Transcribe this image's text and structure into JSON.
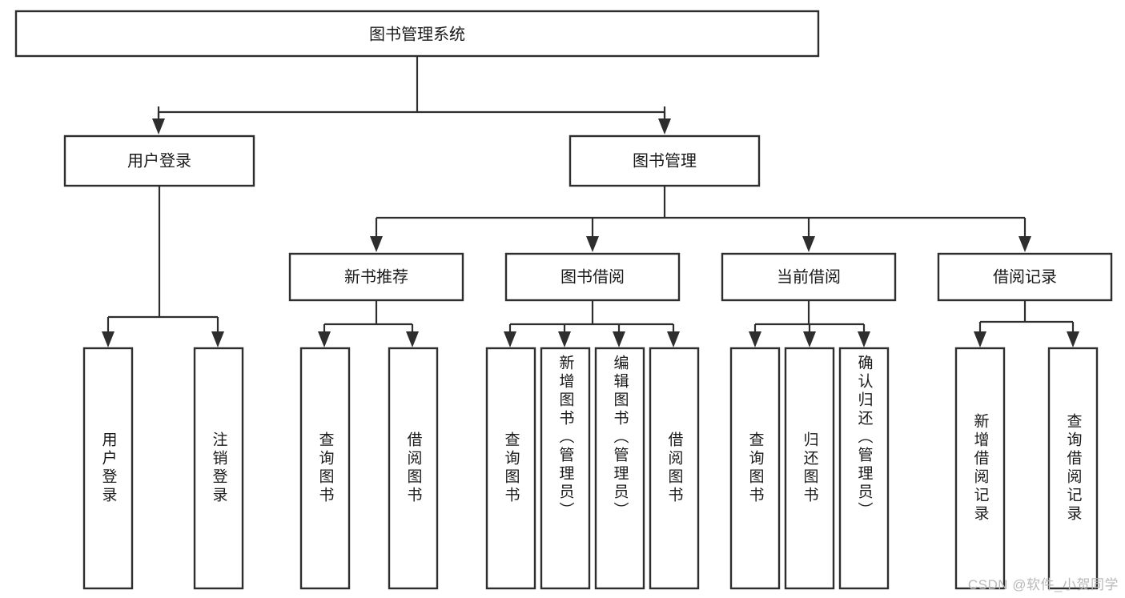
{
  "diagram": {
    "type": "tree",
    "title": "图书管理系统",
    "watermark": "CSDN @软件_小贺同学",
    "colors": {
      "box_stroke": "#2e2e2e",
      "box_fill": "#ffffff",
      "text": "#1a1a1a",
      "watermark": "#b9b9b9",
      "background": "#ffffff"
    },
    "levels": [
      {
        "level": 1,
        "nodes": [
          {
            "id": "root",
            "label": "图书管理系统",
            "orientation": "horizontal"
          }
        ]
      },
      {
        "level": 2,
        "nodes": [
          {
            "id": "user-login",
            "label": "用户登录",
            "orientation": "horizontal",
            "parent": "root"
          },
          {
            "id": "book-manage",
            "label": "图书管理",
            "orientation": "horizontal",
            "parent": "root"
          }
        ]
      },
      {
        "level": 3,
        "nodes": [
          {
            "id": "new-book-rec",
            "label": "新书推荐",
            "orientation": "horizontal",
            "parent": "book-manage"
          },
          {
            "id": "book-borrow",
            "label": "图书借阅",
            "orientation": "horizontal",
            "parent": "book-manage"
          },
          {
            "id": "current-borrow",
            "label": "当前借阅",
            "orientation": "horizontal",
            "parent": "book-manage"
          },
          {
            "id": "borrow-record",
            "label": "借阅记录",
            "orientation": "horizontal",
            "parent": "book-manage"
          }
        ]
      },
      {
        "level": 4,
        "nodes": [
          {
            "id": "leaf-user-login",
            "label": "用户登录",
            "orientation": "vertical",
            "parent": "user-login"
          },
          {
            "id": "leaf-logout",
            "label": "注销登录",
            "orientation": "vertical",
            "parent": "user-login"
          },
          {
            "id": "leaf-query-book-1",
            "label": "查询图书",
            "orientation": "vertical",
            "parent": "new-book-rec"
          },
          {
            "id": "leaf-borrow-book-1",
            "label": "借阅图书",
            "orientation": "vertical",
            "parent": "new-book-rec"
          },
          {
            "id": "leaf-query-book-2",
            "label": "查询图书",
            "orientation": "vertical",
            "parent": "book-borrow"
          },
          {
            "id": "leaf-add-book",
            "label": "新增图书（管理员）",
            "orientation": "vertical",
            "parent": "book-borrow"
          },
          {
            "id": "leaf-edit-book",
            "label": "编辑图书（管理员）",
            "orientation": "vertical",
            "parent": "book-borrow"
          },
          {
            "id": "leaf-borrow-book-2",
            "label": "借阅图书",
            "orientation": "vertical",
            "parent": "book-borrow"
          },
          {
            "id": "leaf-query-book-3",
            "label": "查询图书",
            "orientation": "vertical",
            "parent": "current-borrow"
          },
          {
            "id": "leaf-return-book",
            "label": "归还图书",
            "orientation": "vertical",
            "parent": "current-borrow"
          },
          {
            "id": "leaf-confirm-return",
            "label": "确认归还（管理员）",
            "orientation": "vertical",
            "parent": "current-borrow"
          },
          {
            "id": "leaf-add-record",
            "label": "新增借阅记录",
            "orientation": "vertical",
            "parent": "borrow-record"
          },
          {
            "id": "leaf-query-record",
            "label": "查询借阅记录",
            "orientation": "vertical",
            "parent": "borrow-record"
          }
        ]
      }
    ]
  }
}
